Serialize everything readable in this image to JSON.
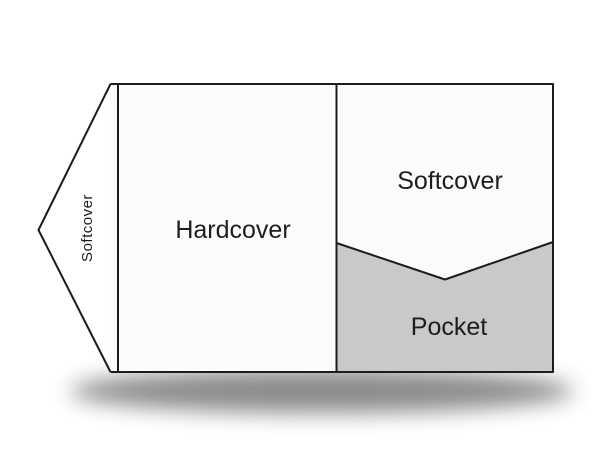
{
  "diagram": {
    "type": "pocket-folder-layout",
    "left_flap_label": "Softcover",
    "hardcover_label": "Hardcover",
    "softcover_label": "Softcover",
    "pocket_label": "Pocket",
    "colors": {
      "outline": "#1c1c1c",
      "panel_fill": "#fcfcfc",
      "flap_fill": "#fafafa",
      "pocket_fill": "#c9c9c9",
      "text": "#1d1d1d",
      "background": "#ffffff"
    }
  }
}
